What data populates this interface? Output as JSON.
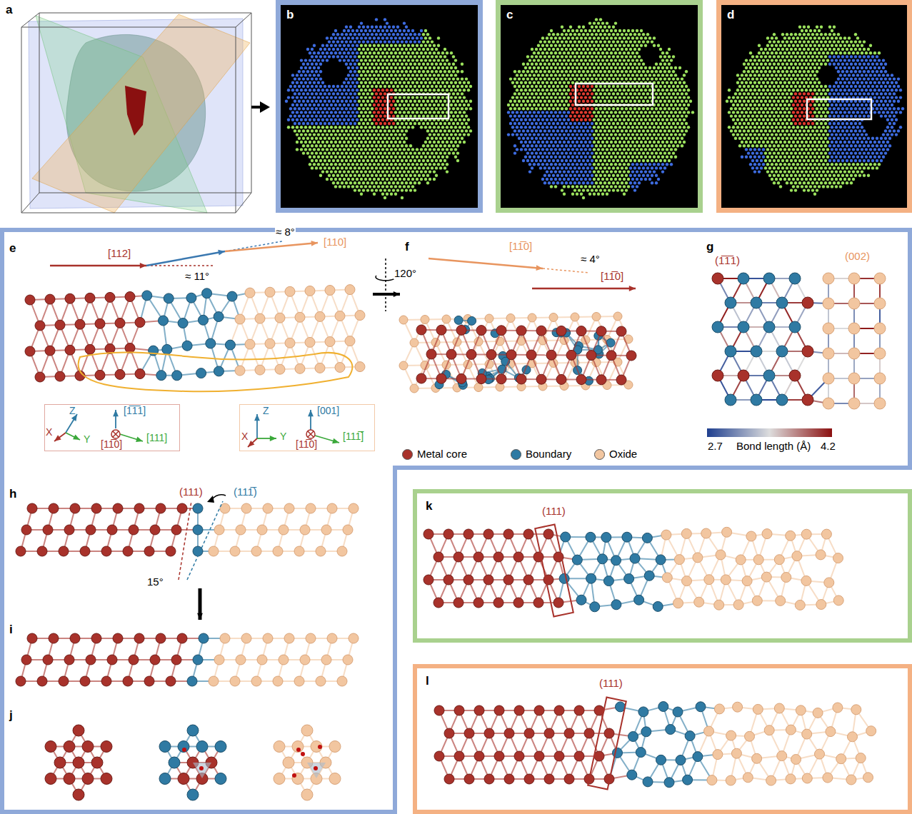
{
  "diagram": {
    "nodes": [
      {
        "text": [
          "b"
        ]
      },
      {
        "text": [
          "c"
        ]
      },
      {
        "text": [
          "d"
        ]
      },
      {
        "text": [
          "Z",
          "X",
          "Y",
          "[1̅1̅1]",
          "[11̅0]",
          "[111]"
        ]
      },
      {
        "text": [
          "Z",
          "Y",
          "X",
          "[001]",
          "[11̅0]",
          "[111̅]"
        ]
      },
      {
        "text": [
          "k"
        ]
      },
      {
        "text": [
          "l"
        ]
      }
    ],
    "labels": [
      "a",
      "e",
      "[112]",
      "≈ 11°",
      "≈ 8°",
      "[110]",
      "f",
      "120°",
      "[11̅0]",
      "≈ 4°",
      "[11̅0]",
      "g",
      "(1̅1̅1)",
      "(002)",
      "2.7",
      "Bond length (Å)",
      "4.2",
      "h",
      "(111)",
      "(111̅)",
      "15°",
      "i",
      "j",
      "(111)",
      "(111)"
    ],
    "legend": [
      {
        "text": "Metal core",
        "color": "#a8322b"
      },
      {
        "text": "Boundary",
        "color": "#2f7aa3"
      },
      {
        "text": "Oxide",
        "color": "#f2c6a0"
      }
    ]
  }
}
